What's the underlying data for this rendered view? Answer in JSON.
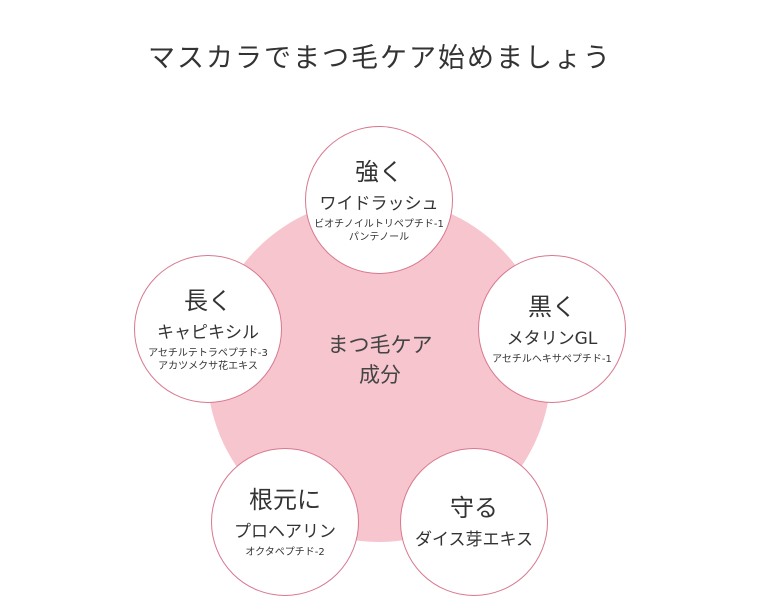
{
  "title": "マスカラでまつ毛ケア始めましょう",
  "center": {
    "line1": "まつ毛ケア",
    "line2": "成分"
  },
  "nodes": {
    "strong": {
      "head": "強く",
      "ingredient": "ワイドラッシュ",
      "sub": [
        "ビオチノイルトリペプチド-1",
        "パンテノール"
      ]
    },
    "black": {
      "head": "黒く",
      "ingredient": "メタリンGL",
      "sub": [
        "アセチルヘキサペプチド-1"
      ]
    },
    "long": {
      "head": "長く",
      "ingredient": "キャピキシル",
      "sub": [
        "アセチルテトラペプチド-3",
        "アカツメクサ花エキス"
      ]
    },
    "root": {
      "head": "根元に",
      "ingredient": "プロヘアリン",
      "sub": [
        "オクタペプチド-2"
      ]
    },
    "protect": {
      "head": "守る",
      "ingredient": "ダイス芽エキス",
      "sub": []
    }
  },
  "colors": {
    "center_fill": "#f6c5ce",
    "node_border": "#d8788f"
  }
}
